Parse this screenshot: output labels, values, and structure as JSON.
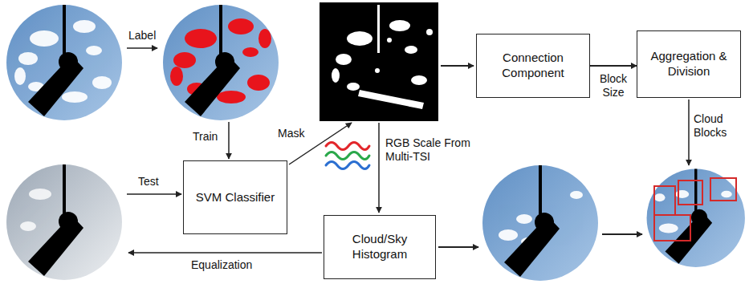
{
  "diagram": {
    "nodes": [
      {
        "text": [
          "Connection Component"
        ]
      },
      {
        "text": [
          "Aggregation & Division"
        ]
      },
      {
        "text": [
          "SVM Classifier"
        ]
      },
      {
        "text": [
          "Cloud/Sky Histogram"
        ]
      }
    ],
    "edges": [
      {
        "from": 0,
        "to": 1,
        "label": "Block Size",
        "arrow": "to"
      }
    ],
    "labels": [
      "Label",
      "Train",
      "Mask",
      "Test",
      "RGB Scale From Multi-TSI",
      "Equalization",
      "Cloud Blocks"
    ]
  }
}
